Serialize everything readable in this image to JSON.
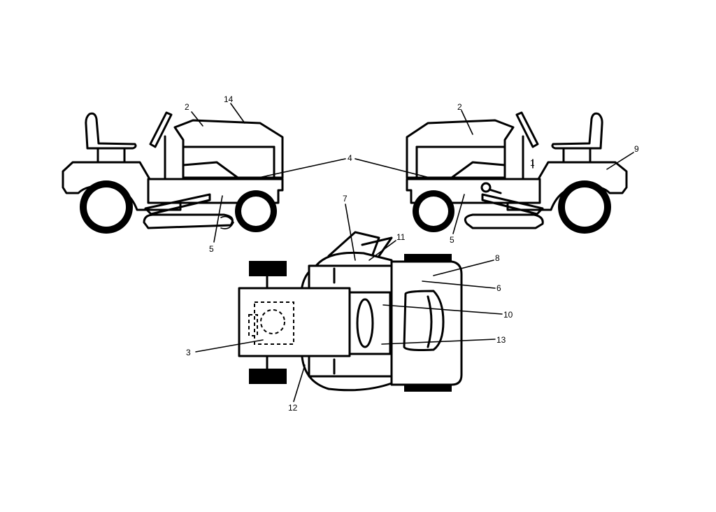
{
  "callouts": [
    {
      "id": "c1",
      "text": "1"
    },
    {
      "id": "c2a",
      "text": "2"
    },
    {
      "id": "c2b",
      "text": "2"
    },
    {
      "id": "c3",
      "text": "3"
    },
    {
      "id": "c4",
      "text": "4"
    },
    {
      "id": "c5a",
      "text": "5"
    },
    {
      "id": "c5b",
      "text": "5"
    },
    {
      "id": "c6",
      "text": "6"
    },
    {
      "id": "c7",
      "text": "7"
    },
    {
      "id": "c8",
      "text": "8"
    },
    {
      "id": "c9",
      "text": "9"
    },
    {
      "id": "c10",
      "text": "10"
    },
    {
      "id": "c11",
      "text": "11"
    },
    {
      "id": "c12",
      "text": "12"
    },
    {
      "id": "c13",
      "text": "13"
    },
    {
      "id": "c14",
      "text": "14"
    }
  ]
}
